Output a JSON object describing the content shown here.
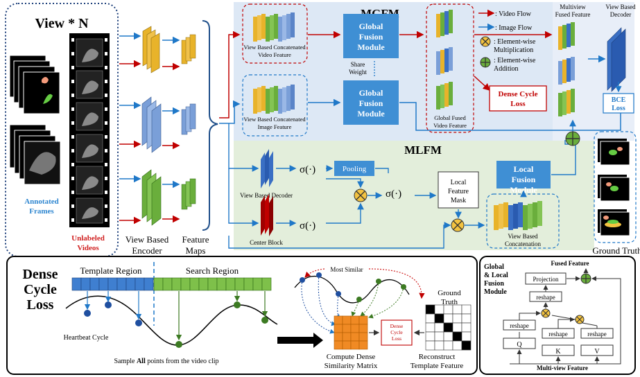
{
  "view": {
    "title": "View * N",
    "annotated": "Annotated Frames",
    "unlabeled": "Unlabeled Videos",
    "encoder": "View Based Encoder",
    "feature_maps": "Feature Maps"
  },
  "mgfm": {
    "title": "MGFM",
    "video_feature": "View Based Concatenated Video Feature",
    "image_feature": "View Based Concatenated Image Feature",
    "global_fusion": "Global Fusion Module",
    "share_weight": "Share Weight",
    "global_fused": "Global Fused Video Feature",
    "dense_cycle": "Dense Cycle Loss"
  },
  "legend": {
    "video_flow": ": Video Flow",
    "image_flow": ": Image Flow",
    "mult": ": Element-wise Multiplication",
    "add": ": Element-wise Addition"
  },
  "right": {
    "multiview": "Multiview Fused Feature",
    "decoder": "View Based Decoder",
    "bce": "BCE Loss",
    "ground_truth": "Ground Truth"
  },
  "mlfm": {
    "title": "MLFM",
    "local_fusion": "Local Fusion Module",
    "sigma": "σ(·)",
    "pooling": "Pooling",
    "decoder": "View Based Decoder",
    "center": "Center Block",
    "mask": "Local Feature Mask",
    "concat": "View Based Concatenation"
  },
  "dcl": {
    "title": "Dense Cycle Loss",
    "template": "Template Region",
    "search": "Search Region",
    "heartbeat": "Heartbeat Cycle",
    "sample": "Sample All points from the video clip",
    "most_similar": "Most Similar",
    "compute": "Compute Dense Similarity Matrix",
    "dense_loss": "Dense Cycle Loss",
    "reconstruct": "Reconstruct Template Feature",
    "ground_truth": "Ground Truth"
  },
  "glf": {
    "title": "Global & Local Fusion Module",
    "fused": "Fused Feature",
    "projection": "Projection",
    "reshape": "reshape",
    "q": "Q",
    "k": "K",
    "v": "V",
    "multiview": "Multi-view Feature"
  },
  "colors": {
    "blue": "#1f78c8",
    "red": "#c00000",
    "mgfm_bg": "#dde8f5",
    "mlfm_bg": "#e3eedb",
    "module": "#3f8fd4",
    "yellow": "#e8b32a",
    "green": "#6aae3c",
    "cube_blue": "#3a6fc4"
  }
}
